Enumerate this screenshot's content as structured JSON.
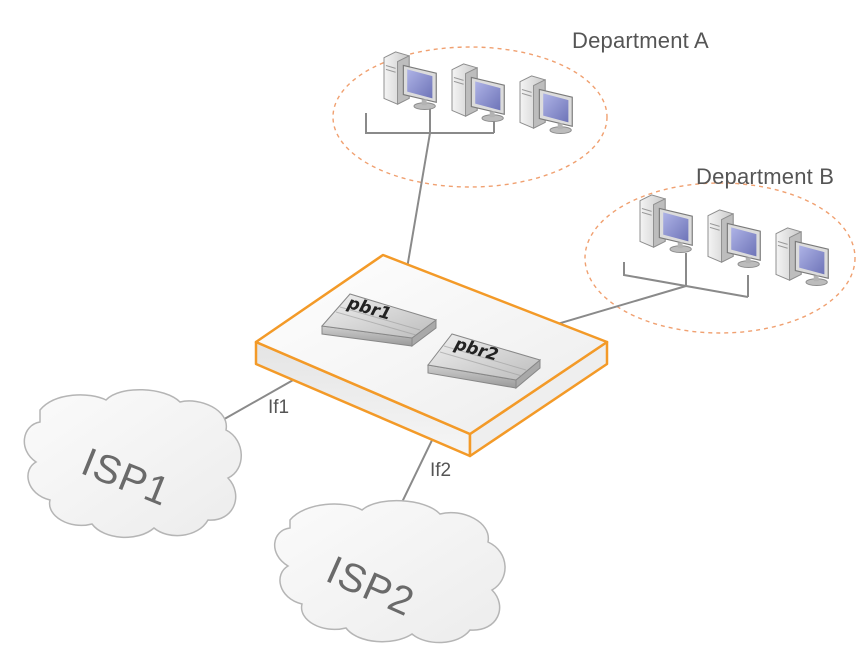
{
  "departments": [
    {
      "label": "Department A"
    },
    {
      "label": "Department B"
    }
  ],
  "routers": [
    {
      "label": "pbr1"
    },
    {
      "label": "pbr2"
    }
  ],
  "interfaces": [
    {
      "label": "If1"
    },
    {
      "label": "If2"
    }
  ],
  "isps": [
    {
      "label": "ISP1"
    },
    {
      "label": "ISP2"
    }
  ],
  "colors": {
    "platform_border": "#f39a28",
    "department_ring": "#f0a070",
    "link": "#8a8a8a",
    "cloud_fill": "#f4f4f4",
    "monitor_screen": "#7f86c8"
  }
}
